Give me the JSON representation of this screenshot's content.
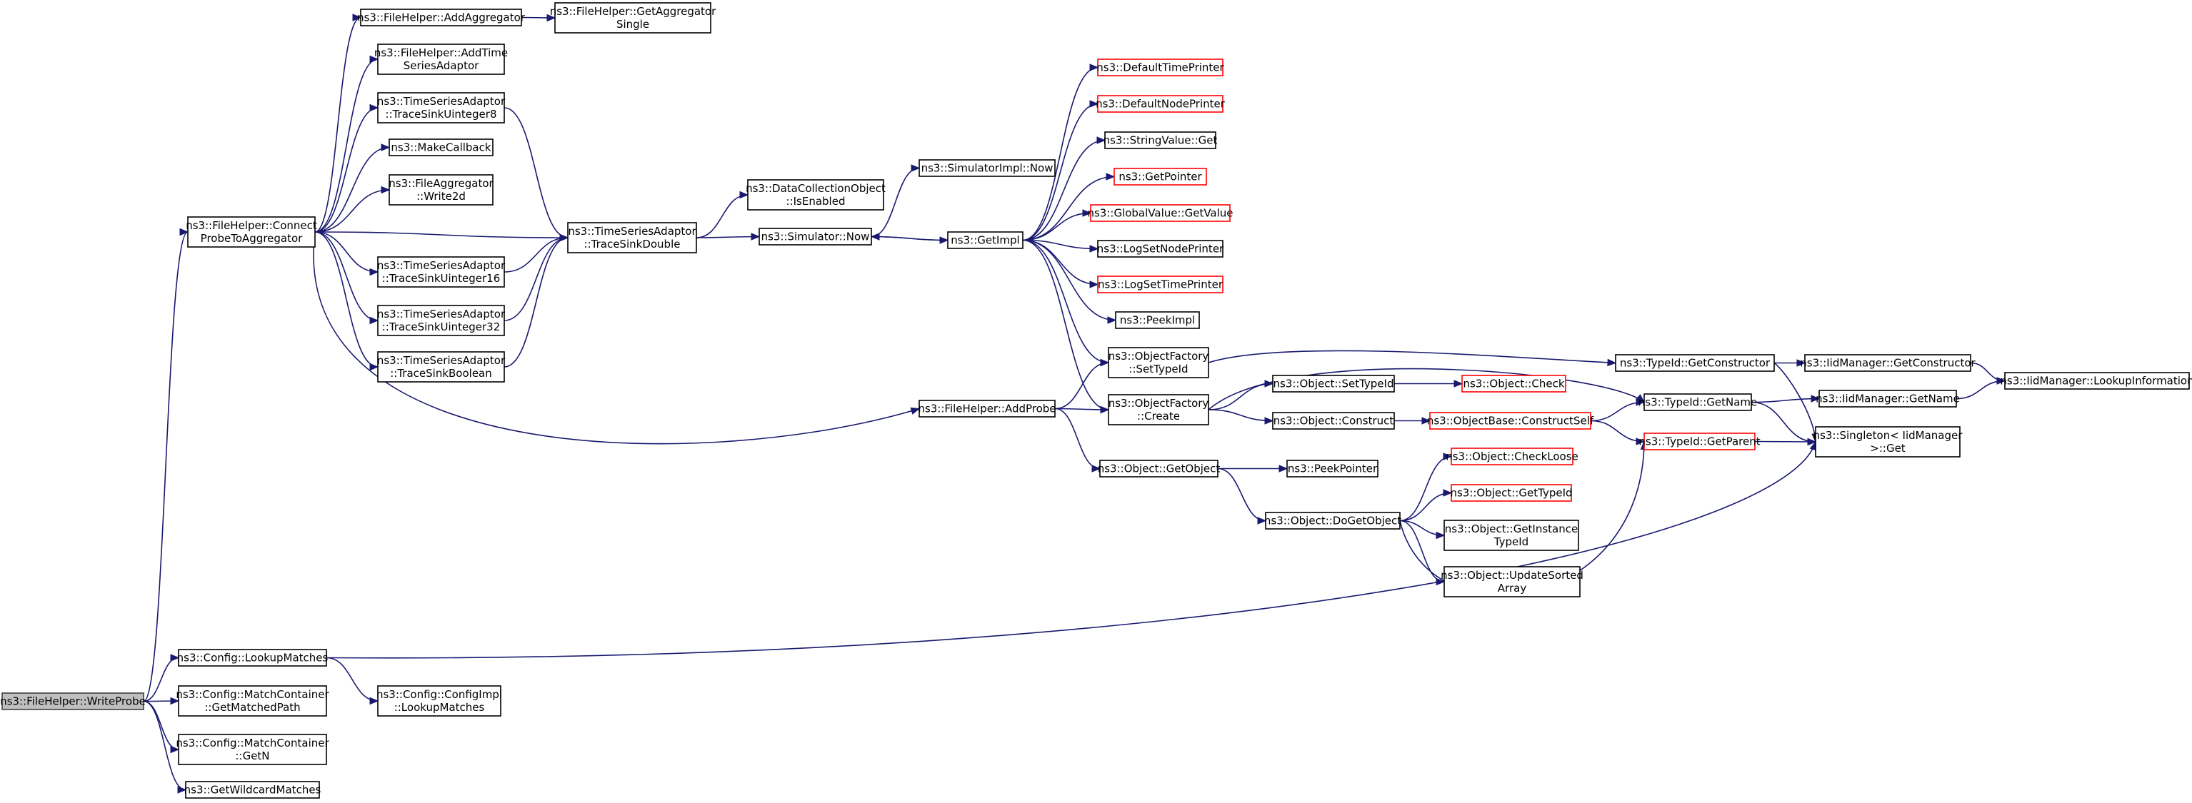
{
  "diagram": {
    "type": "call-graph",
    "colors": {
      "edge": "#191970",
      "node_border": "#000000",
      "node_border_undocumented": "#ff0000",
      "root_fill": "#bfbfbf"
    },
    "nodes": [
      {
        "id": "writeprobe",
        "lines": [
          "ns3::FileHelper::WriteProbe"
        ],
        "style": "root"
      },
      {
        "id": "connect",
        "lines": [
          "ns3::FileHelper::Connect",
          "ProbeToAggregator"
        ]
      },
      {
        "id": "addagg",
        "lines": [
          "ns3::FileHelper::AddAggregator"
        ]
      },
      {
        "id": "getaggsingle",
        "lines": [
          "ns3::FileHelper::GetAggregator",
          "Single"
        ]
      },
      {
        "id": "addtsa",
        "lines": [
          "ns3::FileHelper::AddTime",
          "SeriesAdaptor"
        ]
      },
      {
        "id": "tsu8",
        "lines": [
          "ns3::TimeSeriesAdaptor",
          "::TraceSinkUinteger8"
        ]
      },
      {
        "id": "makecb",
        "lines": [
          "ns3::MakeCallback"
        ]
      },
      {
        "id": "write2d",
        "lines": [
          "ns3::FileAggregator",
          "::Write2d"
        ]
      },
      {
        "id": "tsu16",
        "lines": [
          "ns3::TimeSeriesAdaptor",
          "::TraceSinkUinteger16"
        ]
      },
      {
        "id": "tsu32",
        "lines": [
          "ns3::TimeSeriesAdaptor",
          "::TraceSinkUinteger32"
        ]
      },
      {
        "id": "tsbool",
        "lines": [
          "ns3::TimeSeriesAdaptor",
          "::TraceSinkBoolean"
        ]
      },
      {
        "id": "tsdouble",
        "lines": [
          "ns3::TimeSeriesAdaptor",
          "::TraceSinkDouble"
        ]
      },
      {
        "id": "dcoenabled",
        "lines": [
          "ns3::DataCollectionObject",
          "::IsEnabled"
        ]
      },
      {
        "id": "simnow",
        "lines": [
          "ns3::Simulator::Now"
        ]
      },
      {
        "id": "simimplnow",
        "lines": [
          "ns3::SimulatorImpl::Now"
        ]
      },
      {
        "id": "getimpl",
        "lines": [
          "ns3::GetImpl"
        ]
      },
      {
        "id": "deftime",
        "lines": [
          "ns3::DefaultTimePrinter"
        ],
        "style": "red"
      },
      {
        "id": "defnode",
        "lines": [
          "ns3::DefaultNodePrinter"
        ],
        "style": "red"
      },
      {
        "id": "strget",
        "lines": [
          "ns3::StringValue::Get"
        ]
      },
      {
        "id": "getptr",
        "lines": [
          "ns3::GetPointer"
        ],
        "style": "red"
      },
      {
        "id": "gvget",
        "lines": [
          "ns3::GlobalValue::GetValue"
        ],
        "style": "red"
      },
      {
        "id": "logsetnode",
        "lines": [
          "ns3::LogSetNodePrinter"
        ]
      },
      {
        "id": "logsettime",
        "lines": [
          "ns3::LogSetTimePrinter"
        ],
        "style": "red"
      },
      {
        "id": "peekimpl",
        "lines": [
          "ns3::PeekImpl"
        ]
      },
      {
        "id": "ofsettid",
        "lines": [
          "ns3::ObjectFactory",
          "::SetTypeId"
        ]
      },
      {
        "id": "ofcreate",
        "lines": [
          "ns3::ObjectFactory",
          "::Create"
        ]
      },
      {
        "id": "addprobe",
        "lines": [
          "ns3::FileHelper::AddProbe"
        ]
      },
      {
        "id": "getobject",
        "lines": [
          "ns3::Object::GetObject"
        ]
      },
      {
        "id": "objsettid",
        "lines": [
          "ns3::Object::SetTypeId"
        ]
      },
      {
        "id": "objcheck",
        "lines": [
          "ns3::Object::Check"
        ],
        "style": "red"
      },
      {
        "id": "objconstruct",
        "lines": [
          "ns3::Object::Construct"
        ]
      },
      {
        "id": "obconstructself",
        "lines": [
          "ns3::ObjectBase::ConstructSelf"
        ],
        "style": "red"
      },
      {
        "id": "peekpointer",
        "lines": [
          "ns3::PeekPointer"
        ]
      },
      {
        "id": "dogetobject",
        "lines": [
          "ns3::Object::DoGetObject"
        ]
      },
      {
        "id": "checkloose",
        "lines": [
          "ns3::Object::CheckLoose"
        ],
        "style": "red"
      },
      {
        "id": "objgettid",
        "lines": [
          "ns3::Object::GetTypeId"
        ],
        "style": "red"
      },
      {
        "id": "getinsttid",
        "lines": [
          "ns3::Object::GetInstance",
          "TypeId"
        ]
      },
      {
        "id": "updsorted",
        "lines": [
          "ns3::Object::UpdateSorted",
          "Array"
        ]
      },
      {
        "id": "tidgetctor",
        "lines": [
          "ns3::TypeId::GetConstructor"
        ]
      },
      {
        "id": "tidgetname",
        "lines": [
          "ns3::TypeId::GetName"
        ]
      },
      {
        "id": "tidgetparent",
        "lines": [
          "ns3::TypeId::GetParent"
        ],
        "style": "red"
      },
      {
        "id": "iidgetctor",
        "lines": [
          "ns3::IidManager::GetConstructor"
        ]
      },
      {
        "id": "iidgetname",
        "lines": [
          "ns3::IidManager::GetName"
        ]
      },
      {
        "id": "iidlookup",
        "lines": [
          "ns3::IidManager::LookupInformation"
        ]
      },
      {
        "id": "singleton",
        "lines": [
          "ns3::Singleton< IidManager",
          ">::Get"
        ]
      },
      {
        "id": "lookupmatches",
        "lines": [
          "ns3::Config::LookupMatches"
        ]
      },
      {
        "id": "cfgimpllookup",
        "lines": [
          "ns3::Config::ConfigImpl",
          "::LookupMatches"
        ]
      },
      {
        "id": "mcgetpath",
        "lines": [
          "ns3::Config::MatchContainer",
          "::GetMatchedPath"
        ]
      },
      {
        "id": "mcgetn",
        "lines": [
          "ns3::Config::MatchContainer",
          "::GetN"
        ]
      },
      {
        "id": "wildcard",
        "lines": [
          "ns3::GetWildcardMatches"
        ]
      }
    ],
    "edges": [
      [
        "writeprobe",
        "connect"
      ],
      [
        "writeprobe",
        "lookupmatches"
      ],
      [
        "writeprobe",
        "mcgetpath"
      ],
      [
        "writeprobe",
        "mcgetn"
      ],
      [
        "writeprobe",
        "wildcard"
      ],
      [
        "connect",
        "addagg"
      ],
      [
        "connect",
        "addtsa"
      ],
      [
        "connect",
        "tsu8"
      ],
      [
        "connect",
        "makecb"
      ],
      [
        "connect",
        "write2d"
      ],
      [
        "connect",
        "tsdouble"
      ],
      [
        "connect",
        "tsu16"
      ],
      [
        "connect",
        "tsu32"
      ],
      [
        "connect",
        "tsbool"
      ],
      [
        "connect",
        "addprobe"
      ],
      [
        "addagg",
        "getaggsingle"
      ],
      [
        "tsu8",
        "tsdouble"
      ],
      [
        "tsu16",
        "tsdouble"
      ],
      [
        "tsu32",
        "tsdouble"
      ],
      [
        "tsbool",
        "tsdouble"
      ],
      [
        "tsdouble",
        "dcoenabled"
      ],
      [
        "tsdouble",
        "simnow"
      ],
      [
        "simnow",
        "simimplnow"
      ],
      [
        "simnow",
        "getimpl"
      ],
      [
        "getimpl",
        "deftime"
      ],
      [
        "getimpl",
        "defnode"
      ],
      [
        "getimpl",
        "strget"
      ],
      [
        "getimpl",
        "getptr"
      ],
      [
        "getimpl",
        "gvget"
      ],
      [
        "getimpl",
        "logsetnode"
      ],
      [
        "getimpl",
        "logsettime"
      ],
      [
        "getimpl",
        "peekimpl"
      ],
      [
        "getimpl",
        "ofsettid"
      ],
      [
        "getimpl",
        "ofcreate"
      ],
      [
        "getimpl",
        "simnow"
      ],
      [
        "addprobe",
        "ofsettid"
      ],
      [
        "addprobe",
        "ofcreate"
      ],
      [
        "addprobe",
        "getobject"
      ],
      [
        "ofsettid",
        "tidgetctor"
      ],
      [
        "ofcreate",
        "tidgetname"
      ],
      [
        "ofcreate",
        "objsettid"
      ],
      [
        "ofcreate",
        "objconstruct"
      ],
      [
        "objsettid",
        "objcheck"
      ],
      [
        "objconstruct",
        "obconstructself"
      ],
      [
        "obconstructself",
        "tidgetname"
      ],
      [
        "obconstructself",
        "tidgetparent"
      ],
      [
        "getobject",
        "peekpointer"
      ],
      [
        "getobject",
        "dogetobject"
      ],
      [
        "dogetobject",
        "checkloose"
      ],
      [
        "dogetobject",
        "objgettid"
      ],
      [
        "dogetobject",
        "getinsttid"
      ],
      [
        "dogetobject",
        "updsorted"
      ],
      [
        "dogetobject",
        "tidgetparent"
      ],
      [
        "tidgetctor",
        "iidgetctor"
      ],
      [
        "tidgetctor",
        "singleton"
      ],
      [
        "tidgetname",
        "iidgetname"
      ],
      [
        "tidgetname",
        "singleton"
      ],
      [
        "tidgetparent",
        "singleton"
      ],
      [
        "iidgetctor",
        "iidlookup"
      ],
      [
        "iidgetname",
        "iidlookup"
      ],
      [
        "lookupmatches",
        "cfgimpllookup"
      ],
      [
        "lookupmatches",
        "singleton"
      ]
    ]
  }
}
